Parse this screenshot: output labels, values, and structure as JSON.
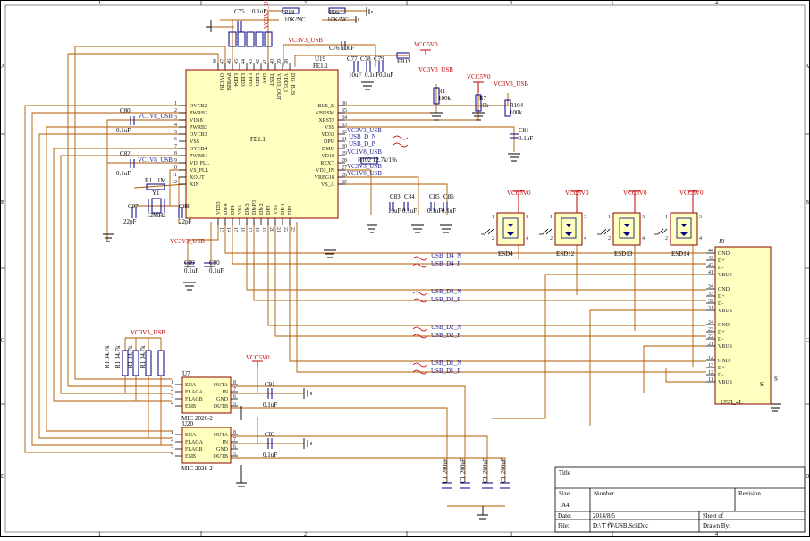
{
  "zones": {
    "cols": [
      "1",
      "2",
      "3",
      "4"
    ],
    "rows": [
      "A",
      "B",
      "C",
      "D"
    ]
  },
  "u19": {
    "ref": "U19",
    "name": "FE1.1",
    "left_pins": [
      "OVCB2",
      "PWRB2",
      "VD18",
      "PWRB3",
      "OVCB3",
      "VSS",
      "OVCB4",
      "PWRB4",
      "VD_PLL",
      "VS_PLL",
      "XOUT",
      "XIN"
    ],
    "left_nums": [
      "1",
      "2",
      "3",
      "4",
      "5",
      "6",
      "7",
      "8",
      "9",
      "10",
      "11",
      "12"
    ],
    "top_pins": [
      "OVCB1",
      "PWRB1",
      "LED4",
      "LED3",
      "LED2",
      "LED1",
      "DRV",
      "TEST",
      "VD33_OUT",
      "VDD5_I",
      "DIS_BUS"
    ],
    "top_nums": [
      "48",
      "47",
      "46",
      "45",
      "44",
      "43",
      "42",
      "41",
      "40",
      "39",
      "38",
      "37"
    ],
    "right_pins": [
      "BUS_B",
      "VBUSM",
      "XRSTJ",
      "VSS",
      "VD33",
      "DPU",
      "DMU",
      "VD18",
      "REXT",
      "VD3_IN",
      "VREG18",
      "VS_A"
    ],
    "right_nums": [
      "36",
      "35",
      "34",
      "33",
      "32",
      "31",
      "30",
      "29",
      "28",
      "27",
      "26",
      "25"
    ],
    "bottom_pins": [
      "VD33",
      "DM4",
      "DP4",
      "VSS",
      "DM3",
      "DMP3",
      "DM2",
      "DP2",
      "VSS",
      "DM1",
      "DP1"
    ],
    "bottom_nums": [
      "13",
      "14",
      "15",
      "16",
      "17",
      "18",
      "19",
      "20",
      "21",
      "22",
      "23",
      "24"
    ]
  },
  "u7": {
    "ref": "U7",
    "name": "MIC 2026-2",
    "left_pins": [
      "ENA",
      "FLAGA",
      "FLAGB",
      "ENB"
    ],
    "right_pins": [
      "OUTA",
      "IN",
      "GND",
      "OUTB"
    ],
    "left_nums": [
      "1",
      "2",
      "3",
      "4"
    ],
    "right_nums": [
      "8",
      "7",
      "6",
      "5"
    ]
  },
  "u20": {
    "ref": "U20",
    "name": "MIC 2026-2",
    "left_pins": [
      "ENA",
      "FLAGA",
      "FLAGB",
      "ENB"
    ],
    "right_pins": [
      "OUTA",
      "IN",
      "GND",
      "OUTB"
    ],
    "left_nums": [
      "1",
      "2",
      "3",
      "4"
    ],
    "right_nums": [
      "8",
      "7",
      "6",
      "5"
    ]
  },
  "j9": {
    "ref": "J9",
    "name": "USB_4L",
    "shield": "S",
    "pins": [
      {
        "num": "44",
        "name": "GND"
      },
      {
        "num": "43",
        "name": "D+"
      },
      {
        "num": "42",
        "name": "D-"
      },
      {
        "num": "41",
        "name": "VBUS"
      },
      {
        "num": "34",
        "name": "GND"
      },
      {
        "num": "33",
        "name": "D+"
      },
      {
        "num": "32",
        "name": "D-"
      },
      {
        "num": "31",
        "name": "VBUS"
      },
      {
        "num": "24",
        "name": "GND"
      },
      {
        "num": "23",
        "name": "D+"
      },
      {
        "num": "22",
        "name": "D-"
      },
      {
        "num": "21",
        "name": "VBUS"
      },
      {
        "num": "14",
        "name": "GND"
      },
      {
        "num": "13",
        "name": "D+"
      },
      {
        "num": "12",
        "name": "D-"
      },
      {
        "num": "11",
        "name": "VBUS"
      }
    ]
  },
  "esd": [
    "ESD4",
    "ESD12",
    "ESD13",
    "ESD14"
  ],
  "power": {
    "vcc5": "VCC5V0",
    "v33": "VC3V3_USB",
    "v18": "VC1V8_USB"
  },
  "nets": {
    "d4n": "USB_D4_N",
    "d4p": "USB_D4_P",
    "d3n": "USB_D3_N",
    "d3p": "USB_D3_P",
    "d2n": "USB_D2_N",
    "d2p": "USB_D2_P",
    "d1n": "USB_D1_N",
    "d1p": "USB_D1_P",
    "dn": "USB_D_N",
    "dp": "USB_D_P"
  },
  "components": {
    "c75": "C75",
    "c75v": "0.1uF",
    "r98": "R98",
    "r98v": "10K/NC",
    "r99": "R99",
    "r99v": "10K/NC",
    "c76": "C76",
    "c76v": "10uF",
    "c77": "C77",
    "c78": "C78",
    "c79": "C79",
    "c7xv": "10uF",
    "c7xv2": "0.1uF",
    "c7xv3": "0.1uF",
    "fb12": "FB12",
    "r1": "R1",
    "r1v": "100k",
    "r7": "R7",
    "r7v": "10k",
    "r104": "R104",
    "r104v": "100k",
    "c81": "C81",
    "c81v": "0.1uF",
    "c80": "C80",
    "c80v": "0.1uF",
    "c82": "C82",
    "c82v": "0.1uF",
    "r1x": "R1",
    "r1xv": "1M",
    "y1": "Y1",
    "y1v": "12MHz",
    "c87": "C87",
    "c87v": "22pF",
    "c88": "C88",
    "c88v": "22pF",
    "c89": "C89",
    "c89v": "0.1uF",
    "c90": "C90",
    "c90v": "0.1uF",
    "rext": "R102 12.7k/1%",
    "c83": "C83",
    "c84": "C84",
    "c83v": "10uF",
    "c84v": "0.1uF",
    "c85": "C85",
    "c86": "C86",
    "c85v": "0.1uF",
    "c86v": "0.1uF",
    "c91": "C91",
    "c91v": "0.1uF",
    "c92": "C92",
    "c92v": "0.1uF",
    "rpull": [
      "R1 04.7k",
      "R1 04.7k",
      "R1 04.7k",
      "R1 04.7k"
    ],
    "ebig": [
      "C1 200uF",
      "C1 200uF",
      "C1 200uF",
      "C1 200uF"
    ]
  },
  "title_block": {
    "title_label": "Title",
    "size_label": "Size",
    "size": "A4",
    "number_label": "Number",
    "revision_label": "Revision",
    "date_label": "Date:",
    "date": "2014/8/5",
    "sheet_label": "Sheet    of",
    "file_label": "File:",
    "file": "D:\\工作\\USB.SchDoc",
    "drawn_label": "Drawn By:"
  }
}
